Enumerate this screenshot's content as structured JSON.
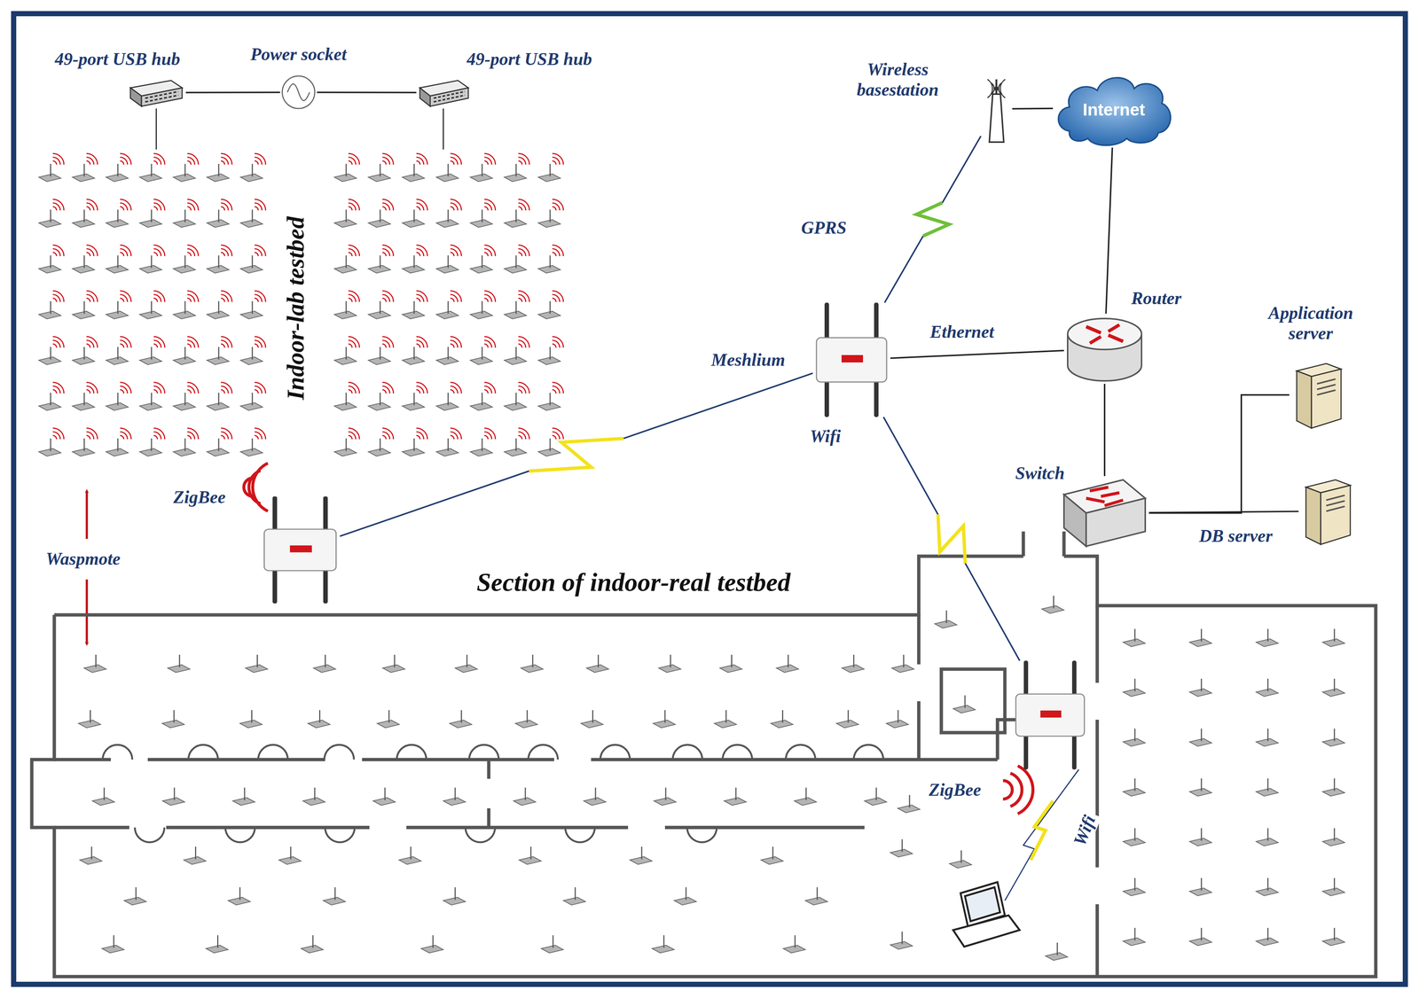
{
  "diagram": {
    "nodes": [
      {
        "text": [
          "49-port USB hub"
        ]
      },
      {
        "text": [
          "Power socket"
        ]
      },
      {
        "text": [
          "49-port USB hub"
        ]
      },
      {
        "text": [
          "Wireless basestation"
        ]
      },
      {
        "text": [
          "Internet"
        ]
      },
      {
        "text": [
          "Meshlium"
        ]
      },
      {
        "text": [
          "Router"
        ]
      },
      {
        "text": [
          "Application server"
        ]
      },
      {
        "text": [
          "Switch"
        ]
      },
      {
        "text": [
          "DB server"
        ]
      },
      {
        "text": [
          "ZigBee"
        ]
      },
      {
        "text": [
          "ZigBee"
        ]
      }
    ],
    "edges": [
      {
        "from": 0,
        "to": 1,
        "arrow": "none"
      },
      {
        "from": 1,
        "to": 2,
        "arrow": "none"
      },
      {
        "from": 3,
        "to": 4,
        "arrow": "none"
      },
      {
        "from": 5,
        "to": 3,
        "label": "GPRS",
        "arrow": "none"
      },
      {
        "from": 5,
        "to": 6,
        "label": "Ethernet",
        "arrow": "none"
      },
      {
        "from": 4,
        "to": 6,
        "arrow": "none"
      },
      {
        "from": 6,
        "to": 8,
        "arrow": "none"
      },
      {
        "from": 8,
        "to": 7,
        "arrow": "none"
      },
      {
        "from": 8,
        "to": 9,
        "arrow": "none"
      },
      {
        "from": 5,
        "to": 10,
        "arrow": "none"
      },
      {
        "from": 5,
        "to": 11,
        "arrow": "none"
      }
    ],
    "labels": [
      "Indoor-lab testbed",
      "Waspmote",
      "Wifi",
      "Section of indoor-real testbed",
      "Wifi"
    ]
  }
}
